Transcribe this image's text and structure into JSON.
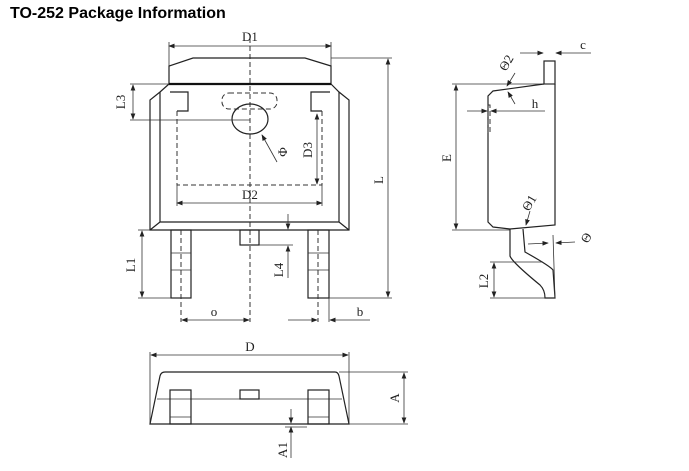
{
  "title": "TO-252 Package Information",
  "top_view": {
    "D1": "D1",
    "D2": "D2",
    "D3": "D3",
    "L3": "L3",
    "L1": "L1",
    "L4": "L4",
    "L": "L",
    "phi": "Φ",
    "o": "o",
    "b": "b"
  },
  "side_view": {
    "E": "E",
    "h": "h",
    "c": "c",
    "theta1": "Θ1",
    "theta2": "Θ2",
    "theta": "Θ",
    "L2": "L2"
  },
  "bottom_view": {
    "D": "D",
    "A": "A",
    "A1": "A1"
  }
}
